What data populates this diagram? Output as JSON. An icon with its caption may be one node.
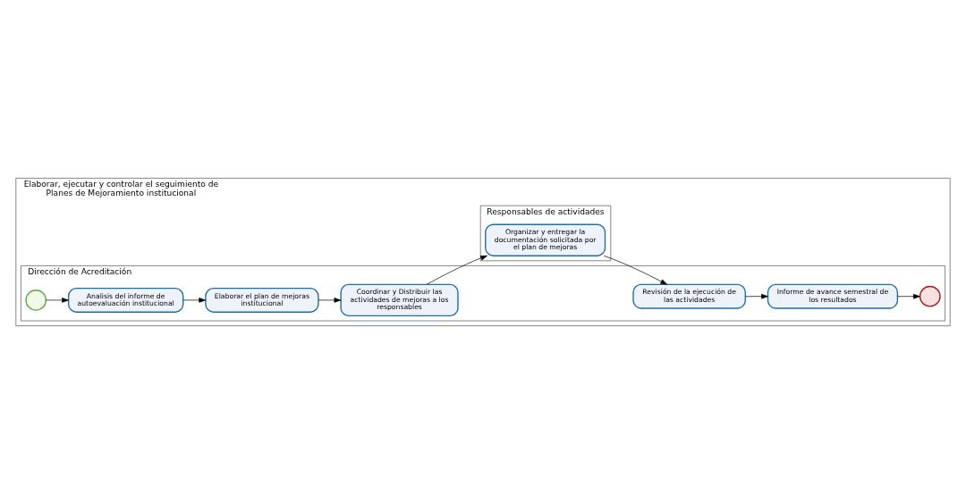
{
  "diagram": {
    "nodes": [
      {
        "text": [
          "Elaborar, ejecutar y controlar el seguimiento de Planes de Mejoramiento institucional"
        ]
      },
      {
        "text": [
          "Dirección de Acreditación"
        ],
        "in": 0
      },
      {
        "text": [
          "Responsables de actividades"
        ],
        "in": 0
      },
      {
        "text": [],
        "shape": "circle",
        "in": 1
      },
      {
        "text": [
          "Analisis del informe de autoevaluación institucional"
        ],
        "in": 1
      },
      {
        "text": [
          "Elaborar el plan de mejoras institucional"
        ],
        "in": 1
      },
      {
        "text": [
          "Coordinar y Distribuir las actividades de mejoras a los responsables"
        ],
        "in": 1
      },
      {
        "text": [
          "Revisión de la ejecución de las actividades"
        ],
        "in": 1
      },
      {
        "text": [
          "Informe de avance semestral de los resultados"
        ],
        "in": 1
      },
      {
        "text": [],
        "shape": "circle",
        "in": 1
      },
      {
        "text": [
          "Organizar y entregar la documentación solicitada por el plan de mejoras"
        ],
        "in": 2
      }
    ],
    "edges": [
      {
        "from": 3,
        "to": 4,
        "arrow": "to"
      },
      {
        "from": 4,
        "to": 5,
        "arrow": "to"
      },
      {
        "from": 5,
        "to": 6,
        "arrow": "to"
      },
      {
        "from": 6,
        "to": 10,
        "arrow": "to"
      },
      {
        "from": 10,
        "to": 7,
        "arrow": "to"
      },
      {
        "from": 7,
        "to": 8,
        "arrow": "to"
      },
      {
        "from": 8,
        "to": 9,
        "arrow": "to"
      }
    ]
  }
}
